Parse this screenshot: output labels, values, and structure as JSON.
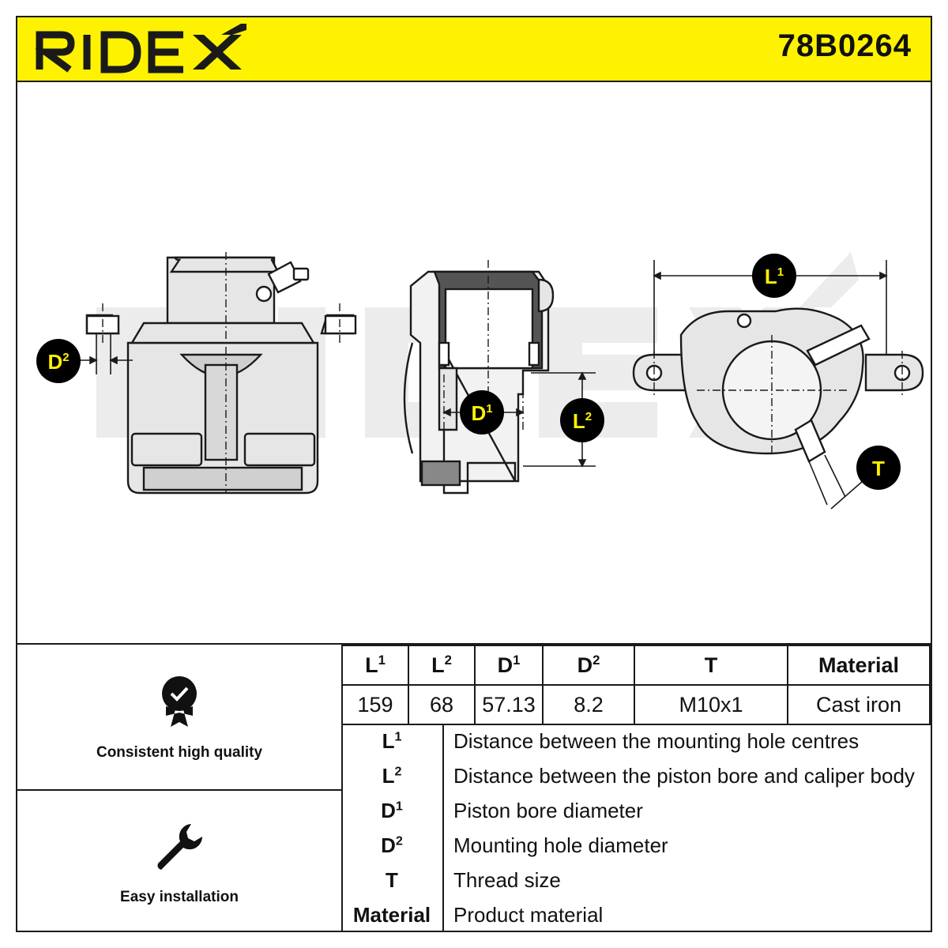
{
  "header": {
    "brand": "RIDEX",
    "part_number": "78B0264"
  },
  "diagram": {
    "callouts": {
      "l1": {
        "base": "L",
        "sup": "1"
      },
      "l2": {
        "base": "L",
        "sup": "2"
      },
      "d1": {
        "base": "D",
        "sup": "1"
      },
      "d2": {
        "base": "D",
        "sup": "2"
      },
      "t": {
        "base": "T"
      }
    },
    "watermark": "RIDEX"
  },
  "features": [
    {
      "label": "Consistent high quality",
      "icon": "quality-badge-icon"
    },
    {
      "label": "Easy installation",
      "icon": "wrench-icon"
    }
  ],
  "specs": {
    "headers": [
      {
        "base": "L",
        "sup": "1"
      },
      {
        "base": "L",
        "sup": "2"
      },
      {
        "base": "D",
        "sup": "1"
      },
      {
        "base": "D",
        "sup": "2"
      },
      {
        "base": "T",
        "sup": ""
      },
      {
        "base": "Material",
        "sup": ""
      }
    ],
    "values": [
      "159",
      "68",
      "57.13",
      "8.2",
      "M10x1",
      "Cast iron"
    ]
  },
  "legend": [
    {
      "base": "L",
      "sup": "1",
      "desc": "Distance between the mounting hole centres"
    },
    {
      "base": "L",
      "sup": "2",
      "desc": "Distance between the piston bore and caliper body"
    },
    {
      "base": "D",
      "sup": "1",
      "desc": "Piston bore diameter"
    },
    {
      "base": "D",
      "sup": "2",
      "desc": "Mounting hole diameter"
    },
    {
      "base": "T",
      "sup": "",
      "desc": "Thread size"
    },
    {
      "base": "Material",
      "sup": "",
      "desc": "Product material"
    }
  ],
  "colors": {
    "brand_yellow": "#fff200",
    "line": "#1a1a1a",
    "shade": "#e6e6e6",
    "callout_bg": "#000000",
    "callout_fg": "#fff200"
  }
}
